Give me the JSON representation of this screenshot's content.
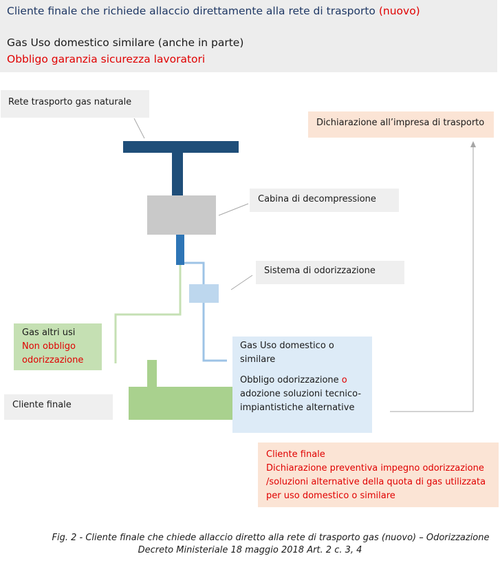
{
  "header": {
    "title": "Cliente finale che richiede allaccio direttamente alla rete di trasporto",
    "title_highlight": "(nuovo)",
    "line1": "Gas Uso domestico similare (anche in parte)",
    "line2": "Obbligo garanzia sicurezza lavoratori"
  },
  "labels": {
    "rete": "Rete trasporto gas naturale",
    "dichiarazione": "Dichiarazione all’impresa di trasporto",
    "cabina": "Cabina di decompressione",
    "odorizzazione": "Sistema di odorizzazione",
    "altri_usi_line1": "Gas altri usi",
    "altri_usi_line2": "Non obbligo",
    "altri_usi_line3": "odorizzazione",
    "cliente_finale": "Cliente finale",
    "domestico_line1": "Gas Uso domestico o",
    "domestico_line2": "similare",
    "domestico_line3a": "Obbligo odorizzazione ",
    "domestico_line3b": "o",
    "domestico_line4": "adozione soluzioni tecnico-",
    "domestico_line5": "impiantistiche alternative",
    "cliente2_line1": "Cliente finale",
    "cliente2_line2": "Dichiarazione preventiva impegno odorizzazione",
    "cliente2_line3": "/soluzioni alternative della quota di gas utilizzata",
    "cliente2_line4": "per uso domestico o similare"
  },
  "caption": {
    "line1": "Fig. 2 - Cliente finale che chiede allaccio diretto alla rete di trasporto gas (nuovo) – Odorizzazione",
    "line2": "Decreto Ministeriale 18 maggio 2018 Art. 2 c. 3, 4"
  },
  "colors": {
    "dark_blue": "#1f4e79",
    "mid_blue": "#2e75b6",
    "light_blue": "#bdd7ee",
    "green": "#a9d18e",
    "grey": "#c9c9c9",
    "red": "#e00000"
  }
}
